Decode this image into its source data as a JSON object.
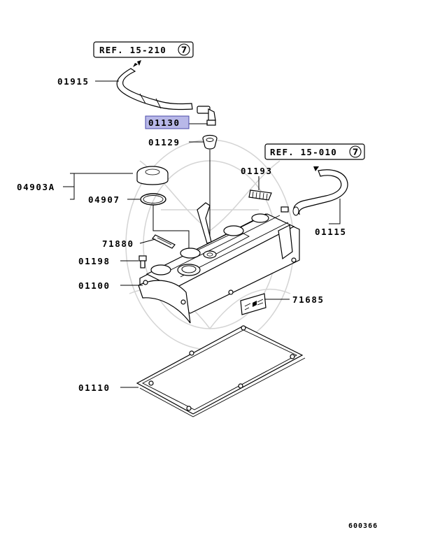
{
  "refs": {
    "top": {
      "text": "REF. 15-210",
      "circled": "7"
    },
    "right": {
      "text": "REF. 15-010",
      "circled": "7"
    }
  },
  "labels": {
    "p01915": "01915",
    "p01130": "01130",
    "p01129": "01129",
    "p04903A": "04903A",
    "p04907": "04907",
    "p01193": "01193",
    "p01115": "01115",
    "p71880": "71880",
    "p01198": "01198",
    "p01100": "01100",
    "p71685": "71685",
    "p01110": "01110"
  },
  "highlight": {
    "part": "01130",
    "color": "#b8b8e8",
    "border": "#4848a8"
  },
  "figure_number": "600366"
}
